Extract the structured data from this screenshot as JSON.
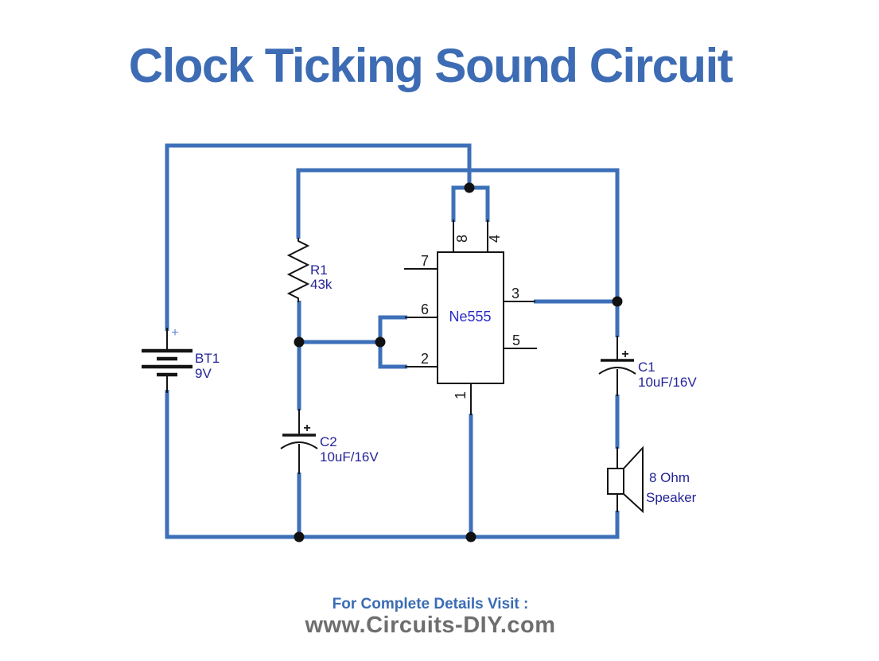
{
  "title": "Clock Ticking Sound Circuit",
  "diagram": {
    "ic": {
      "name": "Ne555",
      "pin_1": "1",
      "pin_2": "2",
      "pin_3": "3",
      "pin_4": "4",
      "pin_5": "5",
      "pin_6": "6",
      "pin_7": "7",
      "pin_8": "8"
    },
    "battery": {
      "ref": "BT1",
      "value": "9V",
      "polarity": "+"
    },
    "resistor_r1": {
      "ref": "R1",
      "value": "43k"
    },
    "capacitor_c2": {
      "ref": "C2",
      "value": "10uF/16V",
      "polarity": "+"
    },
    "capacitor_c1": {
      "ref": "C1",
      "value": "10uF/16V",
      "polarity": "+"
    },
    "speaker": {
      "impedance": "8 Ohm",
      "name": "Speaker"
    }
  },
  "footer": {
    "visit_text": "For Complete Details Visit :",
    "website": "www.Circuits-DIY.com"
  },
  "colors": {
    "wire_blue": "#3d70b8",
    "title_blue": "#3d6cb4",
    "label_navy": "#24249a",
    "ic_label_blue": "#2b2bc8",
    "footer_gray": "#6e6e6e",
    "black": "#141414"
  }
}
